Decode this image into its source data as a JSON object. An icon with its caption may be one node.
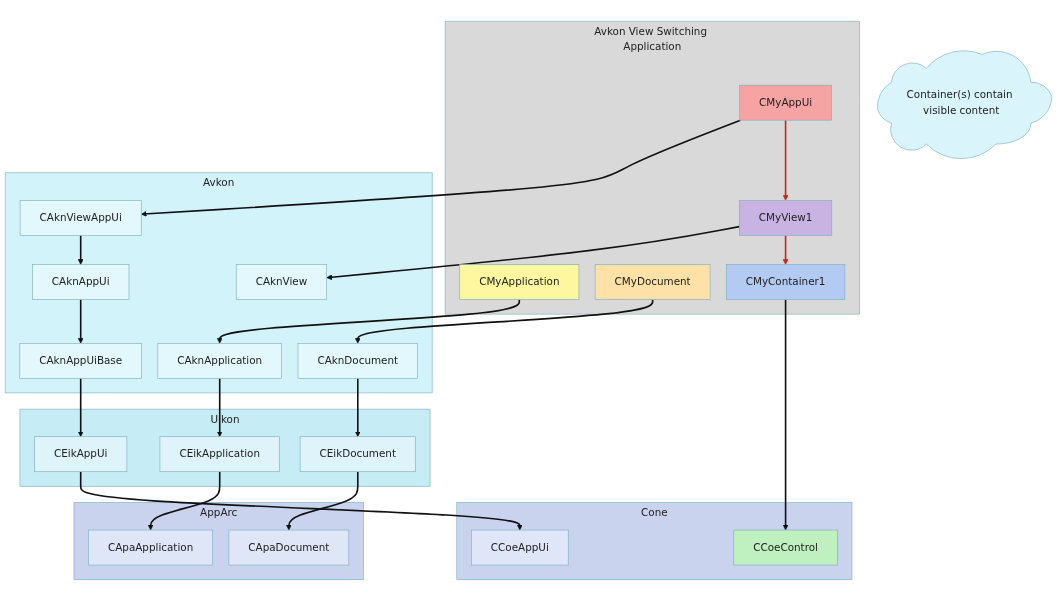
{
  "diagram": {
    "nodes": [
      {
        "text": [
          "Avkon View Switching Application"
        ]
      },
      {
        "text": [
          "CMyApplication"
        ],
        "in": 0
      },
      {
        "text": [
          "CMyDocument"
        ],
        "in": 0
      },
      {
        "text": [
          "CMyAppUi"
        ],
        "in": 0
      },
      {
        "text": [
          "CMyView1"
        ],
        "in": 0
      },
      {
        "text": [
          "CMyContainer1"
        ],
        "in": 0
      },
      {
        "text": [
          "Avkon"
        ]
      },
      {
        "text": [
          "CAknViewAppUi"
        ],
        "in": 6
      },
      {
        "text": [
          "CAknApplication"
        ],
        "in": 6
      },
      {
        "text": [
          "CAknDocument"
        ],
        "in": 6
      },
      {
        "text": [
          "CAknAppUi"
        ],
        "in": 6
      },
      {
        "text": [
          "CAknView"
        ],
        "in": 6
      },
      {
        "text": [
          "CAknAppUiBase"
        ],
        "in": 6
      },
      {
        "text": [
          "Container(s) contain visible content"
        ]
      },
      {
        "text": [
          "Uikon"
        ]
      },
      {
        "text": [
          "CEikApplication"
        ],
        "in": 14
      },
      {
        "text": [
          "CEikDocument"
        ],
        "in": 14
      },
      {
        "text": [
          "CEikAppUi"
        ],
        "in": 14
      },
      {
        "text": [
          "AppArc"
        ]
      },
      {
        "text": [
          "CApaApplication"
        ],
        "in": 18
      },
      {
        "text": [
          "CApaDocument"
        ],
        "in": 18
      },
      {
        "text": [
          "Cone"
        ]
      },
      {
        "text": [
          "CCoeAppUi"
        ],
        "in": 21
      },
      {
        "text": [
          "CCoeControl"
        ],
        "in": 21
      }
    ],
    "edges": [
      {
        "from": 3,
        "to": 4,
        "arrow": "to",
        "color": "#d42020"
      },
      {
        "from": 4,
        "to": 5,
        "arrow": "to",
        "color": "#d42020"
      },
      {
        "from": 1,
        "to": 8,
        "arrow": "to"
      },
      {
        "from": 2,
        "to": 9,
        "arrow": "to"
      },
      {
        "from": 3,
        "to": 7,
        "arrow": "to"
      },
      {
        "from": 4,
        "to": 11,
        "arrow": "to"
      },
      {
        "from": 5,
        "to": 23,
        "arrow": "to"
      },
      {
        "from": 7,
        "to": 10,
        "arrow": "to"
      },
      {
        "from": 10,
        "to": 12,
        "arrow": "to"
      },
      {
        "from": 8,
        "to": 15,
        "arrow": "to"
      },
      {
        "from": 9,
        "to": 16,
        "arrow": "to"
      },
      {
        "from": 12,
        "to": 17,
        "arrow": "to"
      },
      {
        "from": 15,
        "to": 19,
        "arrow": "to"
      },
      {
        "from": 16,
        "to": 20,
        "arrow": "to"
      },
      {
        "from": 17,
        "to": 22,
        "arrow": "to"
      }
    ]
  }
}
